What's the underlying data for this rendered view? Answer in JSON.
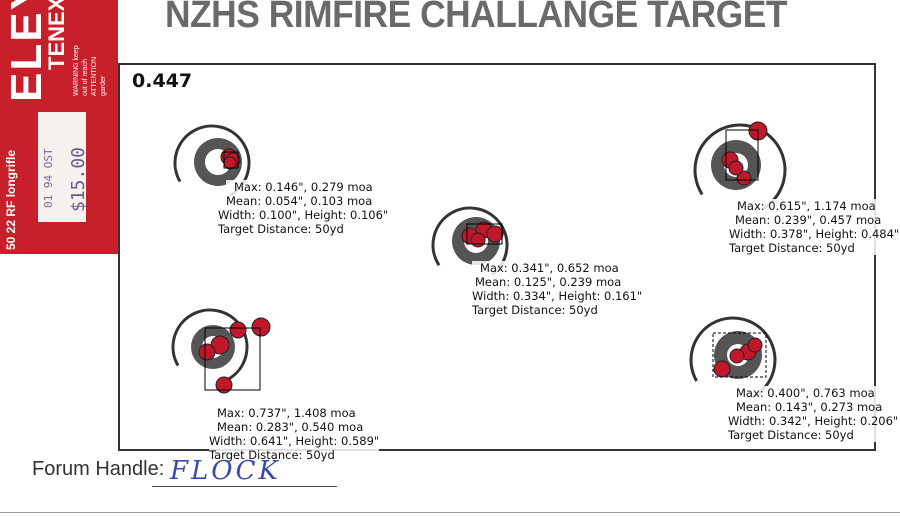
{
  "title": "NZHS RIMFIRE CHALLANGE TARGET",
  "score": "0.447",
  "ammo_box": {
    "brand": "ELEY",
    "sub": "TENEX",
    "label": "50  22 RF longrifle",
    "warning": "WARNING keep out of reach ATTENTION garder",
    "sticker_price": "$15.00",
    "sticker_code": "01 94 OST"
  },
  "targets": [
    {
      "max": "Max: 0.146\", 0.279 moa",
      "mean": "Mean: 0.054\", 0.103 moa",
      "size": "Width: 0.100\", Height: 0.106\"",
      "distance": "Target Distance: 50yd"
    },
    {
      "max": "Max: 0.341\", 0.652 moa",
      "mean": "Mean: 0.125\", 0.239 moa",
      "size": "Width: 0.334\", Height: 0.161\"",
      "distance": "Target Distance: 50yd"
    },
    {
      "max": "Max: 0.615\", 1.174 moa",
      "mean": "Mean: 0.239\", 0.457 moa",
      "size": "Width: 0.378\", Height: 0.484\"",
      "distance": "Target Distance: 50yd"
    },
    {
      "max": "Max: 0.737\", 1.408 moa",
      "mean": "Mean: 0.283\", 0.540 moa",
      "size": "Width: 0.641\", Height: 0.589\"",
      "distance": "Target Distance: 50yd"
    },
    {
      "max": "Max: 0.400\", 0.763 moa",
      "mean": "Mean: 0.143\", 0.273 moa",
      "size": "Width: 0.342\", Height: 0.206\"",
      "distance": "Target Distance: 50yd"
    }
  ],
  "forum": {
    "label": "Forum Handle:",
    "value": "FLOCK"
  },
  "colors": {
    "box": "#c8202a",
    "hole": "#c0182a",
    "handwriting": "#3b4aa8"
  }
}
